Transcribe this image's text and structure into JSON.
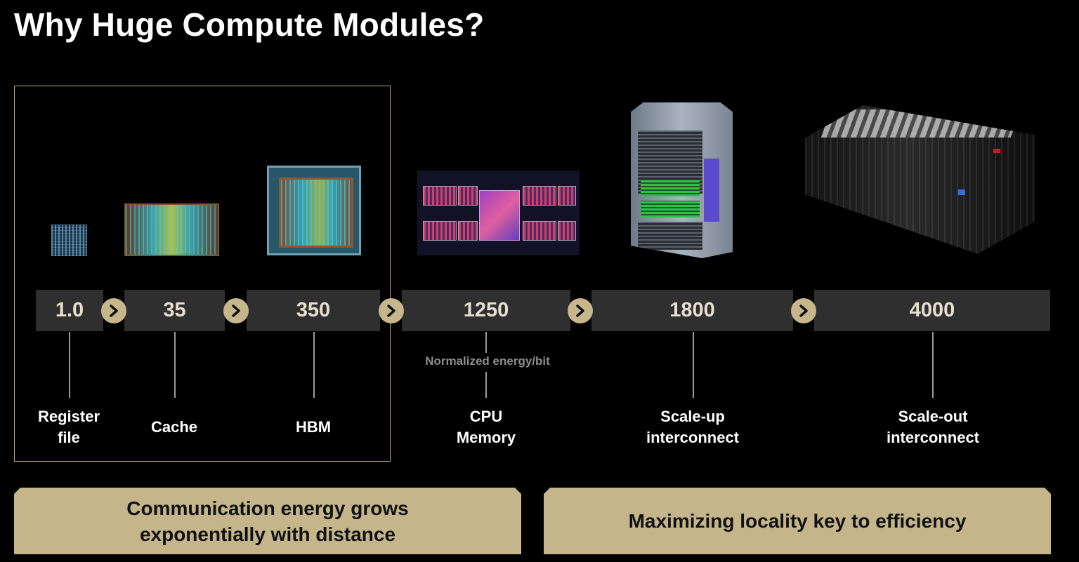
{
  "title": "Why Huge Compute Modules?",
  "colors": {
    "accent_gold": "#c4b58b",
    "bar_bg": "#2f2f2f",
    "frame": "#b8a882"
  },
  "energy_note": "Normalized energy/bit",
  "stages": [
    {
      "value": "1.0",
      "label_1": "Register",
      "label_2": "file"
    },
    {
      "value": "35",
      "label_1": "Cache",
      "label_2": ""
    },
    {
      "value": "350",
      "label_1": "HBM",
      "label_2": ""
    },
    {
      "value": "1250",
      "label_1": "CPU",
      "label_2": "Memory"
    },
    {
      "value": "1800",
      "label_1": "Scale-up",
      "label_2": "interconnect"
    },
    {
      "value": "4000",
      "label_1": "Scale-out",
      "label_2": "interconnect"
    }
  ],
  "banners": {
    "left_1": "Communication energy grows",
    "left_2": "exponentially with distance",
    "right": "Maximizing locality key to efficiency"
  },
  "icons": {
    "arrow": "chevron-right-icon"
  }
}
